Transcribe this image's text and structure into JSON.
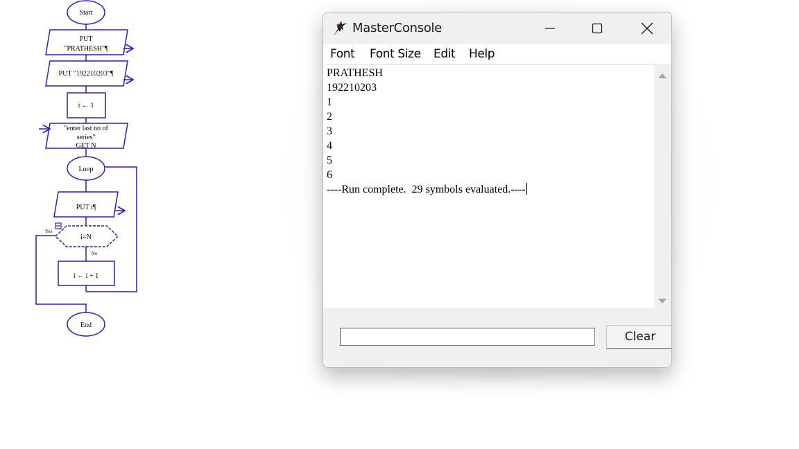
{
  "flowchart": {
    "start": "Start",
    "put1_line1": "PUT",
    "put1_line2": "\"PRATHESH\"¶",
    "put2": "PUT \"192210203\"¶",
    "assign_i": "i ← 1",
    "prompt_line1": "\"enter last no of",
    "prompt_line2": "series\"",
    "prompt_line3": "GET N",
    "loop": "Loop",
    "put_i": "PUT i¶",
    "cond": "i=N",
    "yes": "Yes",
    "no": "No",
    "increment": "i ← i + 1",
    "end": "End"
  },
  "window": {
    "title": "MasterConsole",
    "controls": {
      "minimize": "minimize",
      "maximize": "maximize",
      "close": "close"
    }
  },
  "menu": {
    "font": "Font",
    "font_size": "Font Size",
    "edit": "Edit",
    "help": "Help"
  },
  "output": {
    "lines": [
      "PRATHESH",
      "192210203",
      "1",
      "2",
      "3",
      "4",
      "5",
      "6",
      "----Run complete.  29 symbols evaluated.----"
    ]
  },
  "input": {
    "value": "",
    "placeholder": ""
  },
  "clear_label": "Clear",
  "colors": {
    "flowchart_stroke": "#1f1fd6",
    "window_bg": "#f0f0f0"
  }
}
